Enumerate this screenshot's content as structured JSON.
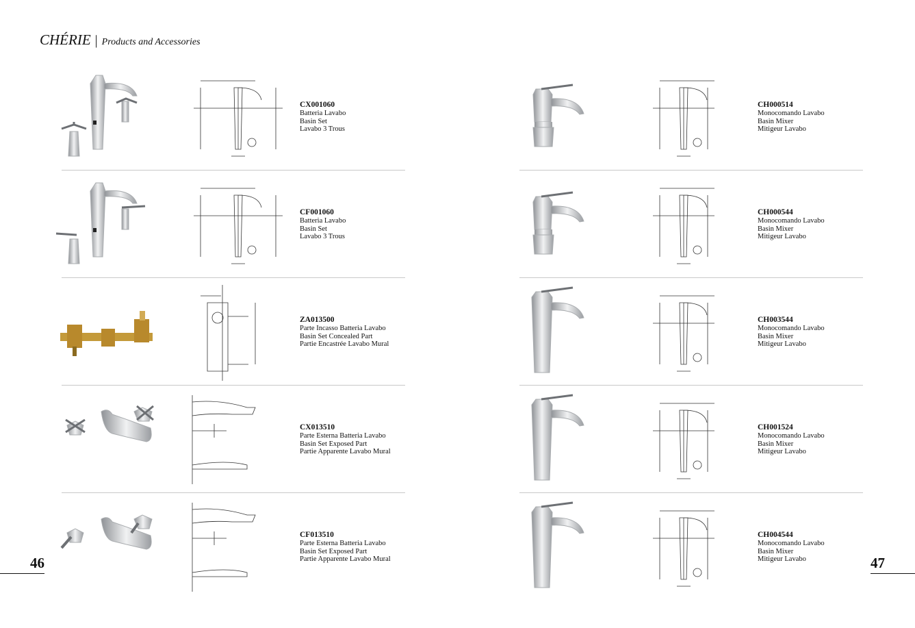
{
  "header": {
    "brand": "CHÉRIE",
    "separator": "|",
    "subtitle": "Products and Accessories"
  },
  "page_numbers": {
    "left": "46",
    "right": "47"
  },
  "left_products": [
    {
      "code": "CX001060",
      "lines": [
        "Batteria Lavabo",
        "Basin Set",
        "Lavabo 3 Trous"
      ],
      "kind": "three-hole-cross"
    },
    {
      "code": "CF001060",
      "lines": [
        "Batteria Lavabo",
        "Basin Set",
        "Lavabo 3 Trous"
      ],
      "kind": "three-hole-lever"
    },
    {
      "code": "ZA013500",
      "lines": [
        "Parte Incasso Batteria Lavabo",
        "Basin Set Concealed Part",
        "Partie Encastrée Lavabo Mural"
      ],
      "kind": "concealed"
    },
    {
      "code": "CX013510",
      "lines": [
        "Parte Esterna Batteria Lavabo",
        "Basin Set Exposed Part",
        "Partie Apparente Lavabo Mural"
      ],
      "kind": "wall-cross"
    },
    {
      "code": "CF013510",
      "lines": [
        "Parte Esterna Batteria Lavabo",
        "Basin Set Exposed Part",
        "Partie Apparente Lavabo Mural"
      ],
      "kind": "wall-lever"
    }
  ],
  "right_products": [
    {
      "code": "CH000514",
      "lines": [
        "Monocomando Lavabo",
        "Basin Mixer",
        "Mitigeur Lavabo"
      ],
      "kind": "mixer"
    },
    {
      "code": "CH000544",
      "lines": [
        "Monocomando Lavabo",
        "Basin Mixer",
        "Mitigeur Lavabo"
      ],
      "kind": "mixer"
    },
    {
      "code": "CH003544",
      "lines": [
        "Monocomando Lavabo",
        "Basin Mixer",
        "Mitigeur Lavabo"
      ],
      "kind": "tall-mixer"
    },
    {
      "code": "CH001524",
      "lines": [
        "Monocomando Lavabo",
        "Basin Mixer",
        "Mitigeur Lavabo"
      ],
      "kind": "tall-mixer"
    },
    {
      "code": "CH004544",
      "lines": [
        "Monocomando Lavabo",
        "Basin Mixer",
        "Mitigeur Lavabo"
      ],
      "kind": "tall-mixer"
    }
  ]
}
